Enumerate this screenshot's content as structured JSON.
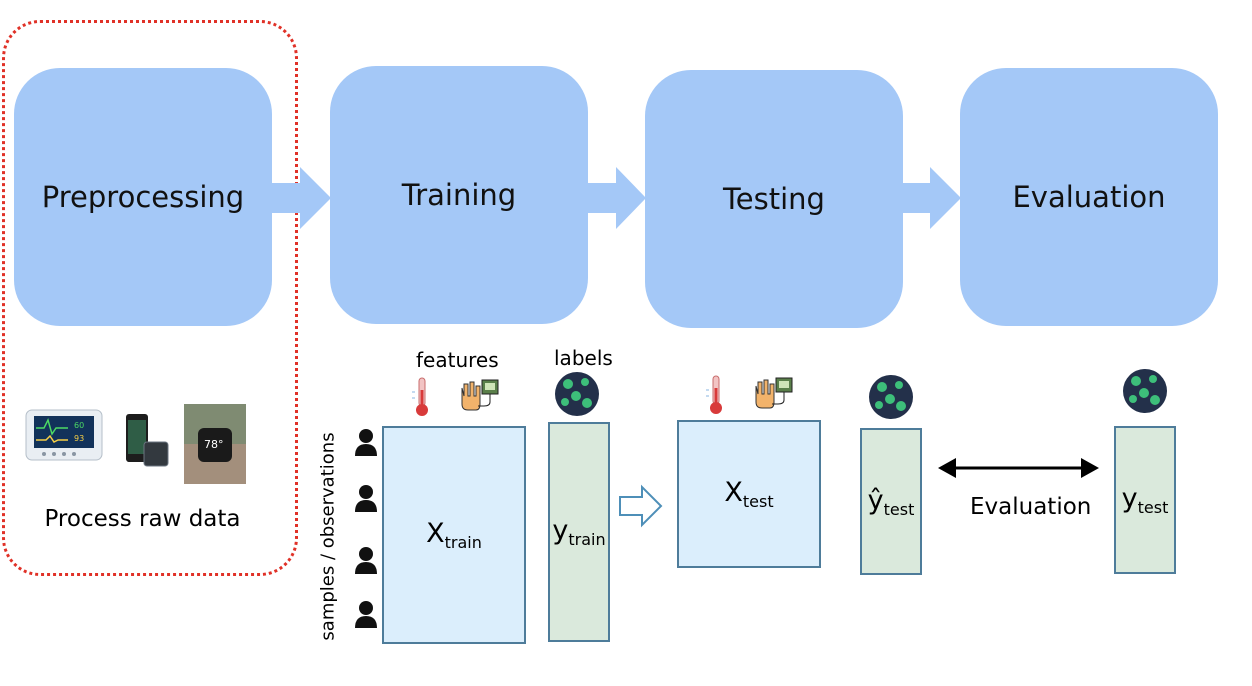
{
  "stages": {
    "preprocessing": "Preprocessing",
    "training": "Training",
    "testing": "Testing",
    "evaluation": "Evaluation"
  },
  "preprocessing_caption": "Process raw data",
  "device_images": [
    "patient-monitor",
    "smartphone",
    "smartwatch"
  ],
  "labels": {
    "features": "features",
    "labels": "labels",
    "samples_axis": "samples / observations",
    "evaluation_text": "Evaluation"
  },
  "matrices": {
    "x_train": {
      "base": "X",
      "sub": "train"
    },
    "y_train": {
      "base": "y",
      "sub": "train"
    },
    "x_test": {
      "base": "X",
      "sub": "test"
    },
    "y_hat_test": {
      "base": "ŷ",
      "sub": "test"
    },
    "y_test": {
      "base": "y",
      "sub": "test"
    }
  },
  "colors": {
    "stage_fill": "#a4c8f7",
    "highlight_border": "#e03127",
    "x_matrix_fill": "#dbeefc",
    "y_matrix_fill": "#dae9dc"
  }
}
